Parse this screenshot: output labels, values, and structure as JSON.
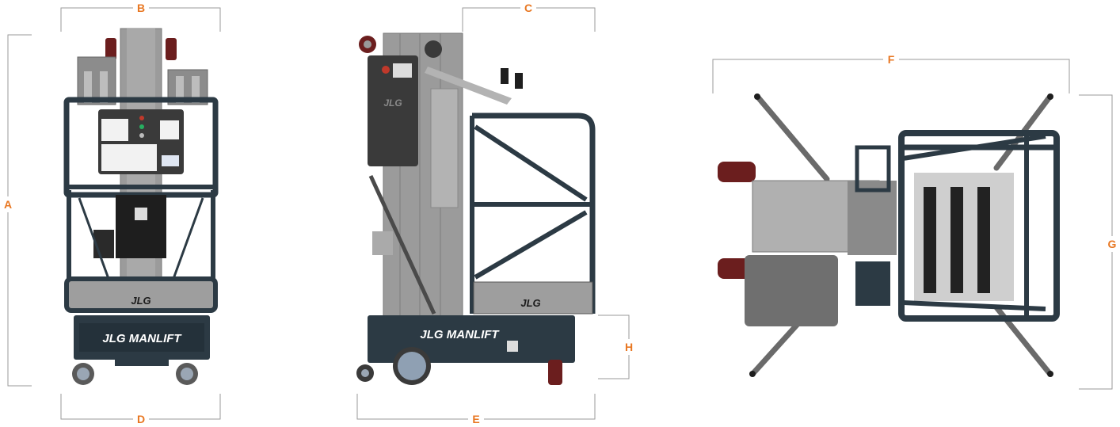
{
  "colors": {
    "accent": "#E87722",
    "dimension_line": "#9a9a9a",
    "frame": "#2c3a44",
    "mast": "#9b9b9b",
    "body": "#6f6f6f",
    "wheel": "#6b1e1e",
    "dark": "#2a2a2a"
  },
  "dimensions": {
    "a": "A",
    "b": "B",
    "c": "C",
    "d": "D",
    "e": "E",
    "f": "F",
    "g": "G",
    "h": "H"
  },
  "branding": {
    "logo": "JLG",
    "base_text": "JLG MANLIFT"
  }
}
